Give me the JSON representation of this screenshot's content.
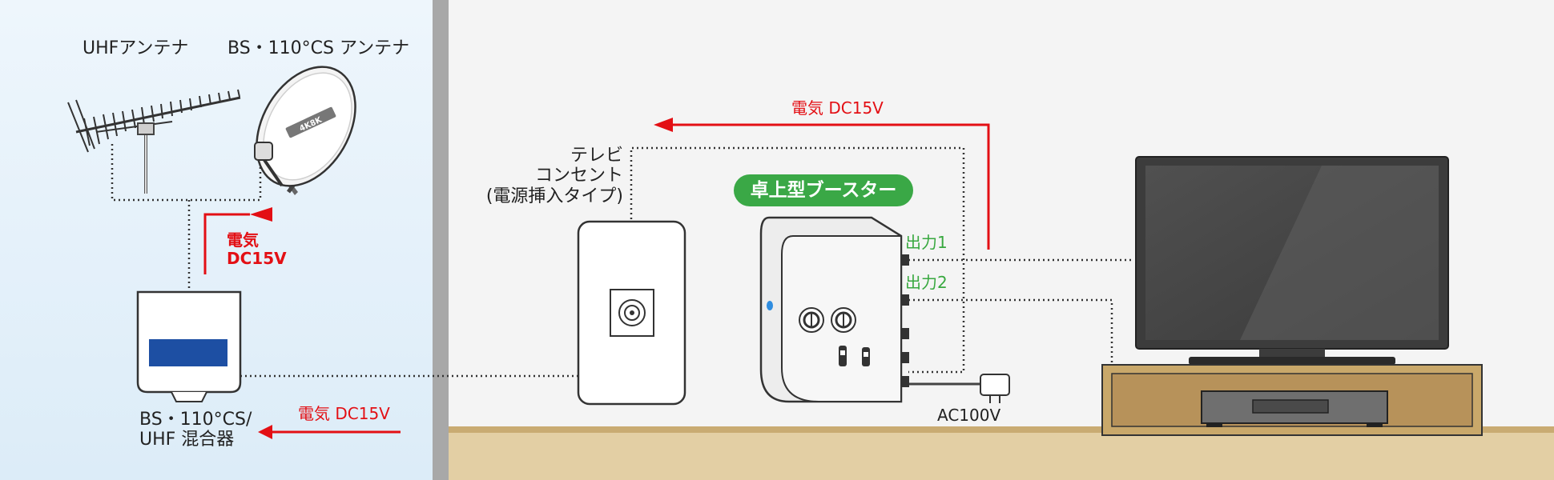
{
  "labels": {
    "uhf_antenna": "UHFアンテナ",
    "bs_antenna": "BS・110°CS アンテナ",
    "dish_logo": "4K8K",
    "wall_outlet": [
      "テレビ",
      "コンセント",
      "(電源挿入タイプ)"
    ],
    "booster": "卓上型ブースター",
    "output1": "出力1",
    "output2": "出力2",
    "ac": "AC100V",
    "mixer": [
      "BS・110°CS/",
      "UHF 混合器"
    ]
  },
  "power_notes": {
    "top": "電気 DC15V",
    "left_vertical": [
      "電気",
      "DC15V"
    ],
    "bottom": "電気 DC15V"
  },
  "colors": {
    "power_arrow": "#e30f14",
    "badge": "#3aa846",
    "output_label": "#38a83f",
    "outdoor_bg": "#e6f2fb",
    "indoor_bg": "#f4f4f4",
    "floor": "#e3cfa4",
    "wall": "#a8a8a8"
  }
}
